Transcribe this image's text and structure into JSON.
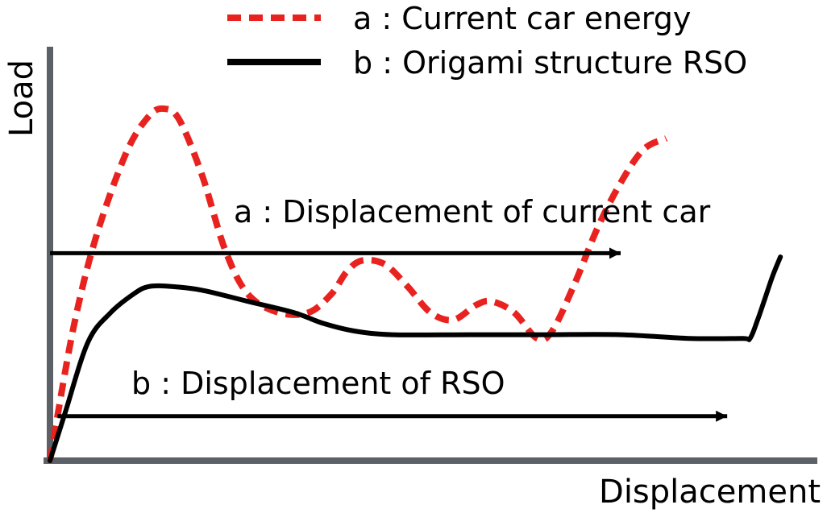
{
  "chart_data": {
    "type": "line",
    "title": "",
    "xlabel": "Displacement",
    "ylabel": "Load",
    "xlim": [
      0,
      100
    ],
    "ylim": [
      0,
      100
    ],
    "grid": false,
    "legend_position": "top",
    "series": [
      {
        "name": "a : Current car energy",
        "color": "#e8231f",
        "style": "dashed",
        "x": [
          0,
          3,
          6,
          10,
          13,
          15,
          17,
          20,
          23,
          26,
          30,
          34,
          37,
          39,
          41,
          44,
          47,
          50,
          53,
          56,
          58,
          61,
          64,
          66,
          69,
          72,
          75,
          78,
          81
        ],
        "y": [
          0,
          35,
          60,
          83,
          93,
          95,
          92,
          77,
          57,
          45,
          40,
          40,
          45,
          51,
          54,
          53,
          47,
          40,
          38,
          42,
          43,
          40,
          33,
          35,
          48,
          63,
          75,
          84,
          87
        ]
      },
      {
        "name": "b : Origami structure RSO",
        "color": "#000000",
        "style": "solid",
        "x": [
          0,
          2,
          5,
          8,
          11,
          13,
          16,
          20,
          26,
          32,
          36,
          40,
          45,
          55,
          65,
          75,
          84,
          91,
          92,
          93,
          94,
          95,
          96
        ],
        "y": [
          0,
          13,
          32,
          40,
          45,
          47,
          47,
          46,
          43,
          40,
          37,
          35,
          34,
          34,
          34,
          34,
          33,
          33,
          33,
          38,
          44,
          50,
          55
        ]
      }
    ],
    "annotations": [
      {
        "id": "arrow_a",
        "label": "a : Displacement of current car",
        "y": 56,
        "x_start": 0,
        "x_end": 75
      },
      {
        "id": "arrow_b",
        "label": "b : Displacement of RSO",
        "y": 12,
        "x_start": 1,
        "x_end": 89
      }
    ]
  }
}
